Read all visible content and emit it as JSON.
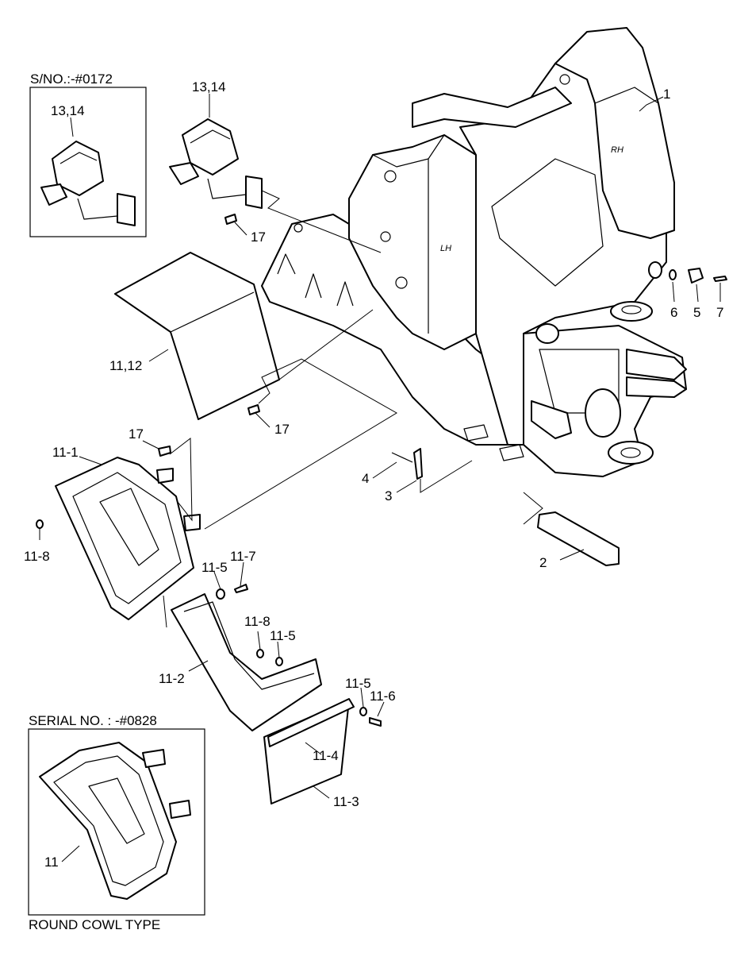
{
  "insets": {
    "sno_caption": "S/NO.:-#0172",
    "serial_caption": "SERIAL NO. : -#0828",
    "round_cowl_caption": "ROUND COWL TYPE"
  },
  "frame_marks": {
    "rh": "RH",
    "lh": "LH"
  },
  "callouts": {
    "c1": "1",
    "c2": "2",
    "c3": "3",
    "c4": "4",
    "c5": "5",
    "c6": "6",
    "c7": "7",
    "c11": "11",
    "c11_1": "11-1",
    "c11_2": "11-2",
    "c11_3": "11-3",
    "c11_4": "11-4",
    "c11_5_a": "11-5",
    "c11_5_b": "11-5",
    "c11_5_c": "11-5",
    "c11_6": "11-6",
    "c11_7": "11-7",
    "c11_8_a": "11-8",
    "c11_8_b": "11-8",
    "c11_12": "11,12",
    "c13_14_inset": "13,14",
    "c13_14": "13,14",
    "c17_a": "17",
    "c17_b": "17",
    "c17_c": "17"
  }
}
